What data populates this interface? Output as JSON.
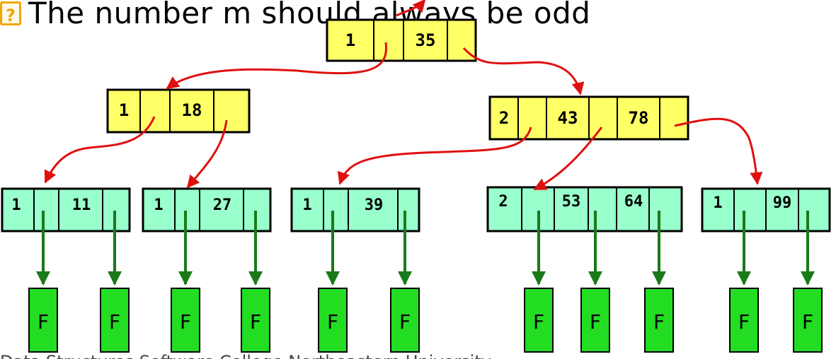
{
  "title": "The number m should always be odd",
  "icons": {
    "title_icon": "question-mark-icon"
  },
  "colors": {
    "internal_node_fill": "#ffff66",
    "leaf_node_fill": "#99ffcc",
    "failure_node_fill": "#22dd22",
    "pointer_arrow": "#e01010",
    "failure_arrow": "#1a7a1a",
    "title_icon": "#f2a600"
  },
  "root": {
    "count": "1",
    "keys": [
      "35"
    ]
  },
  "level1": [
    {
      "count": "1",
      "keys": [
        "18"
      ]
    },
    {
      "count": "2",
      "keys": [
        "43",
        "78"
      ]
    }
  ],
  "leaves": [
    {
      "count": "1",
      "keys": [
        "11"
      ]
    },
    {
      "count": "1",
      "keys": [
        "27"
      ]
    },
    {
      "count": "1",
      "keys": [
        "39"
      ]
    },
    {
      "count": "2",
      "keys": [
        "53",
        "64"
      ]
    },
    {
      "count": "1",
      "keys": [
        "99"
      ]
    }
  ],
  "failure_label": "F",
  "footer_partial": "Data Structures   Software College Northeastern University"
}
